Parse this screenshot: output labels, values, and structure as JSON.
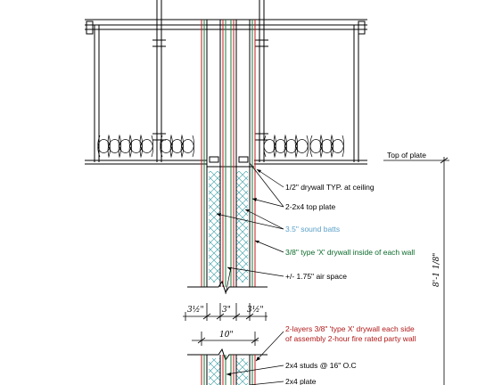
{
  "labels": {
    "top_of_plate": "Top of plate",
    "drywall_ceiling": "1/2\" drywall TYP. at ceiling",
    "top_plate": "2-2x4 top plate",
    "sound_batts": "3.5\" sound batts",
    "type_x_drywall": "3/8\" type 'X' drywall inside of each wall",
    "air_space": "+/- 1.75\" air space",
    "fire_wall_line1": "2-layers 3/8\" 'type X' drywall each side",
    "fire_wall_line2": "of assembly 2-hour fire rated party wall",
    "studs": "2x4 studs @ 16\" O.C",
    "bottom_plate": "2x4 plate"
  },
  "dimensions": {
    "left_stud": "3½\"",
    "gap": "3\"",
    "right_stud": "3½\"",
    "overall": "10\"",
    "height": "8'-1 1/8\""
  },
  "colors": {
    "line": "#000000",
    "batt": "#3aa0a8",
    "sound_text": "#5aa0c8",
    "drywall_text": "#0a6a2a",
    "fire_text": "#b01818",
    "drywall_red": "#c01818",
    "drywall_green": "#1a7a3a"
  }
}
